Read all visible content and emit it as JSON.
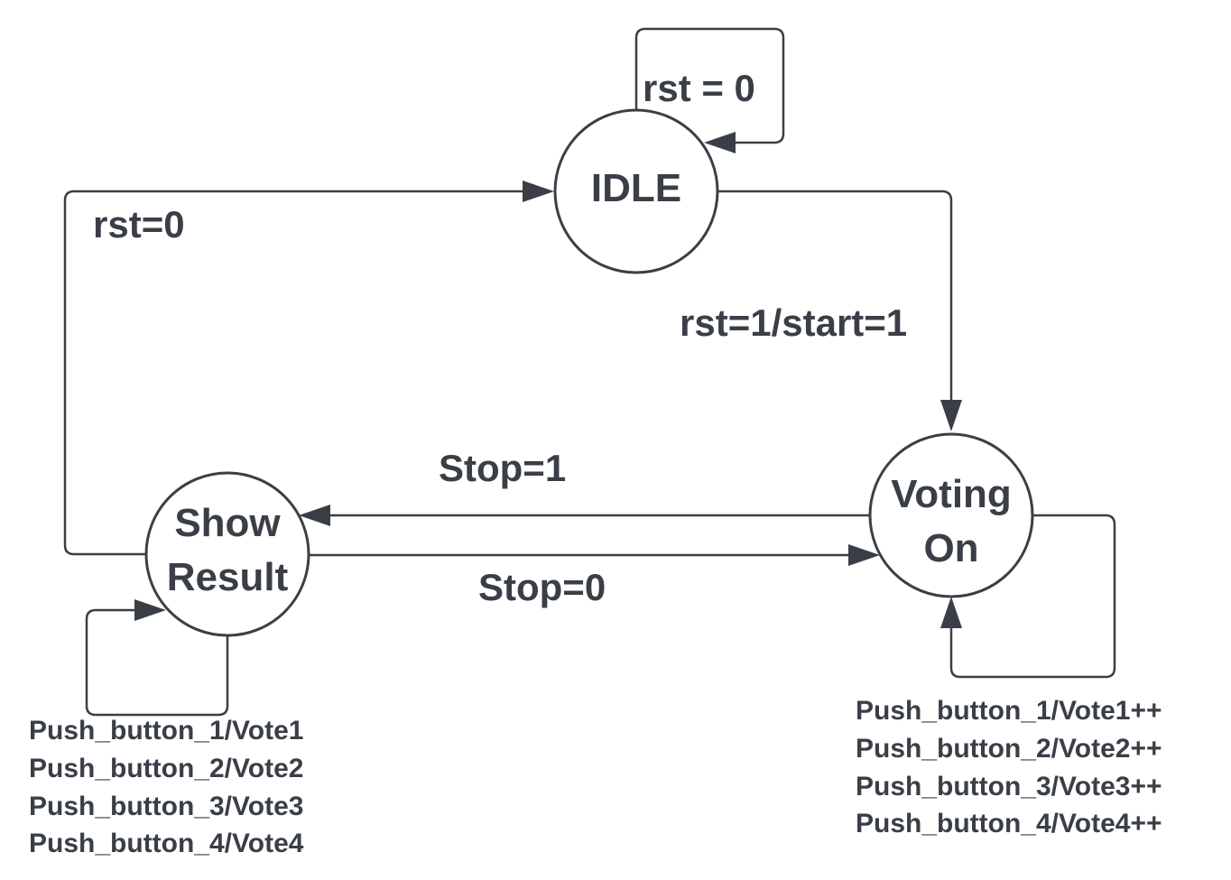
{
  "states": {
    "idle": {
      "label": "IDLE"
    },
    "voting": {
      "line1": "Voting",
      "line2": "On"
    },
    "show": {
      "line1": "Show",
      "line2": "Result"
    }
  },
  "transitions": {
    "idle_self": "rst = 0",
    "show_to_idle": "rst=0",
    "idle_to_voting": "rst=1/start=1",
    "voting_to_show": "Stop=1",
    "show_to_voting": "Stop=0"
  },
  "show_actions": [
    "Push_button_1/Vote1",
    "Push_button_2/Vote2",
    "Push_button_3/Vote3",
    "Push_button_4/Vote4"
  ],
  "voting_actions": [
    "Push_button_1/Vote1++",
    "Push_button_2/Vote2++",
    "Push_button_3/Vote3++",
    "Push_button_4/Vote4++"
  ]
}
